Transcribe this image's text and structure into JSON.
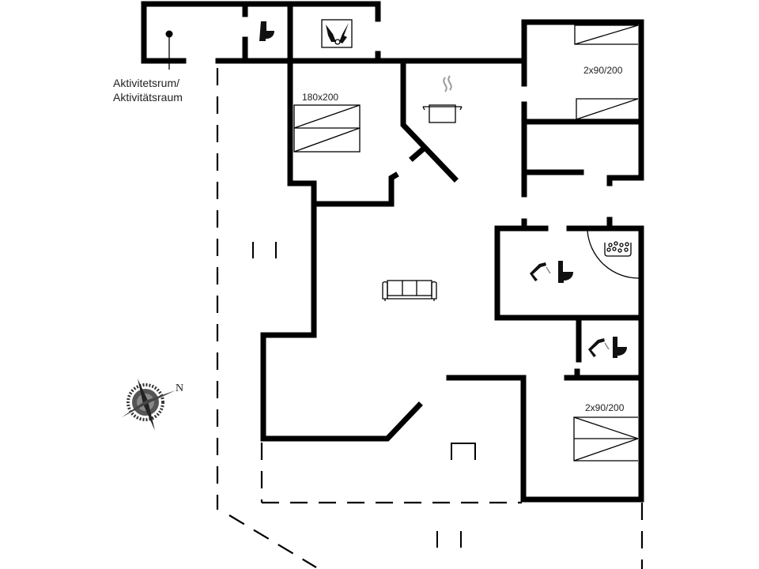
{
  "floorplan": {
    "title": "",
    "labels": {
      "activity_room_line1": "Aktivitetsrum/",
      "activity_room_line2": "Aktivitätsraum",
      "bed_master": "180x200",
      "bed_north_east": "2x90/200",
      "bed_south_east": "2x90/200",
      "compass_north": "N"
    },
    "rooms": [
      {
        "name": "Aktivitetsrum / Aktivitätsraum",
        "icon": "activity-ball-icon"
      },
      {
        "name": "WC",
        "icon": "toilet-icon"
      },
      {
        "name": "Utility room",
        "icon": "washing-utility-icon"
      },
      {
        "name": "Bedroom 1",
        "bed": "180x200",
        "icon": "double-bed-icon"
      },
      {
        "name": "Kitchen",
        "icon": "cooking-pot-icon"
      },
      {
        "name": "Living room",
        "icon": "sofa-icon"
      },
      {
        "name": "Bedroom 2",
        "bed": "2x90/200",
        "icon": "twin-beds-icon"
      },
      {
        "name": "Bathroom with spa",
        "icon": "shower-toilet-icon",
        "extra_icon": "whirlpool-icon"
      },
      {
        "name": "Bathroom 2",
        "icon": "shower-toilet-icon"
      },
      {
        "name": "Bedroom 3",
        "bed": "2x90/200",
        "icon": "twin-beds-icon"
      }
    ],
    "colors": {
      "wall": "#000000",
      "background": "#ffffff",
      "text": "#222222",
      "steam": "#9a9a9a"
    }
  }
}
